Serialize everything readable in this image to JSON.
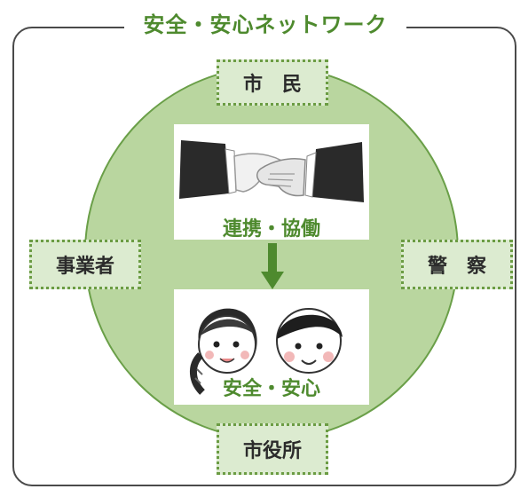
{
  "title": "安全・安心ネットワーク",
  "nodes": {
    "top": "市　民",
    "left": "事業者",
    "right": "警　察",
    "bottom": "市役所"
  },
  "panels": {
    "cooperation": "連携・協働",
    "safety": "安全・安心"
  },
  "icons": {
    "handshake": "handshake-icon",
    "children": "children-faces-icon",
    "arrow": "arrow-down-icon"
  },
  "colors": {
    "green_text": "#4e8a2e",
    "circle_fill": "#b9d69f",
    "label_fill": "#dcebd0",
    "arrow": "#4e8a2e"
  }
}
